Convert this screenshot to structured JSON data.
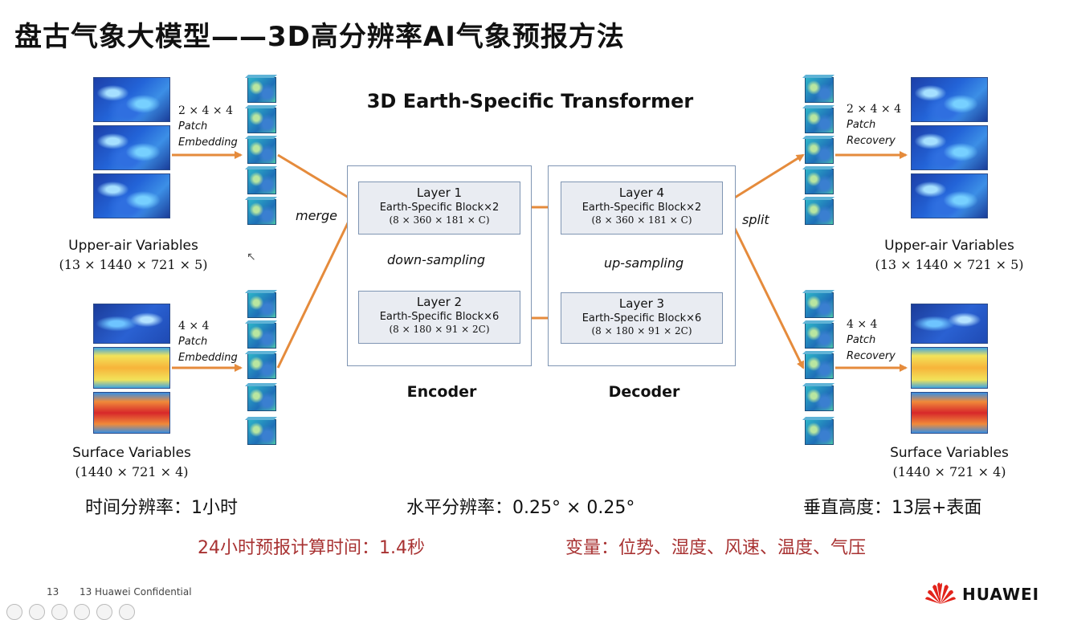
{
  "slide_title": "盘古气象大模型——3D高分辨率AI气象预报方法",
  "diagram_title": "3D Earth-Specific Transformer",
  "left_upper": {
    "patch_dims": "2 × 4 × 4",
    "patch_label": "Patch",
    "patch_op": "Embedding",
    "label": "Upper-air Variables",
    "dims": "(13 × 1440 × 721 × 5)"
  },
  "left_surface": {
    "patch_dims": "4 × 4",
    "patch_label": "Patch",
    "patch_op": "Embedding",
    "label": "Surface Variables",
    "dims": "(1440 × 721 × 4)"
  },
  "right_upper": {
    "patch_dims": "2 × 4 × 4",
    "patch_label": "Patch",
    "patch_op": "Recovery",
    "label": "Upper-air Variables",
    "dims": "(13 × 1440 × 721 × 5)"
  },
  "right_surface": {
    "patch_dims": "4 × 4",
    "patch_label": "Patch",
    "patch_op": "Recovery",
    "label": "Surface Variables",
    "dims": "(1440 × 721 × 4)"
  },
  "merge_label": "merge",
  "split_label": "split",
  "encoder": {
    "label": "Encoder",
    "sampling_label": "down-sampling",
    "layer_top": {
      "name": "Layer 1",
      "block": "Earth-Specific Block×2",
      "dims": "(8 × 360 × 181 × C)"
    },
    "layer_bottom": {
      "name": "Layer 2",
      "block": "Earth-Specific Block×6",
      "dims": "(8 × 180 × 91 × 2C)"
    }
  },
  "decoder": {
    "label": "Decoder",
    "sampling_label": "up-sampling",
    "layer_top": {
      "name": "Layer 4",
      "block": "Earth-Specific Block×2",
      "dims": "(8 × 360 × 181 × C)"
    },
    "layer_bottom": {
      "name": "Layer 3",
      "block": "Earth-Specific Block×6",
      "dims": "(8 × 180 × 91 × 2C)"
    }
  },
  "stats": {
    "time_res": "时间分辨率：1小时",
    "horiz_res": "水平分辨率：0.25° × 0.25°",
    "vert_res": "垂直高度：13层+表面",
    "forecast_time": "24小时预报计算时间：1.4秒",
    "variables": "变量：位势、湿度、风速、温度、气压"
  },
  "footer": {
    "page_number": "13",
    "confidential": "13 Huawei Confidential",
    "logo_text": "HUAWEI"
  },
  "colors": {
    "arrow": "#e58b3c",
    "box_border": "#7f95b3",
    "layer_fill": "#e9ecf2",
    "accent_red": "#a83232",
    "huawei_red": "#e2231a"
  }
}
